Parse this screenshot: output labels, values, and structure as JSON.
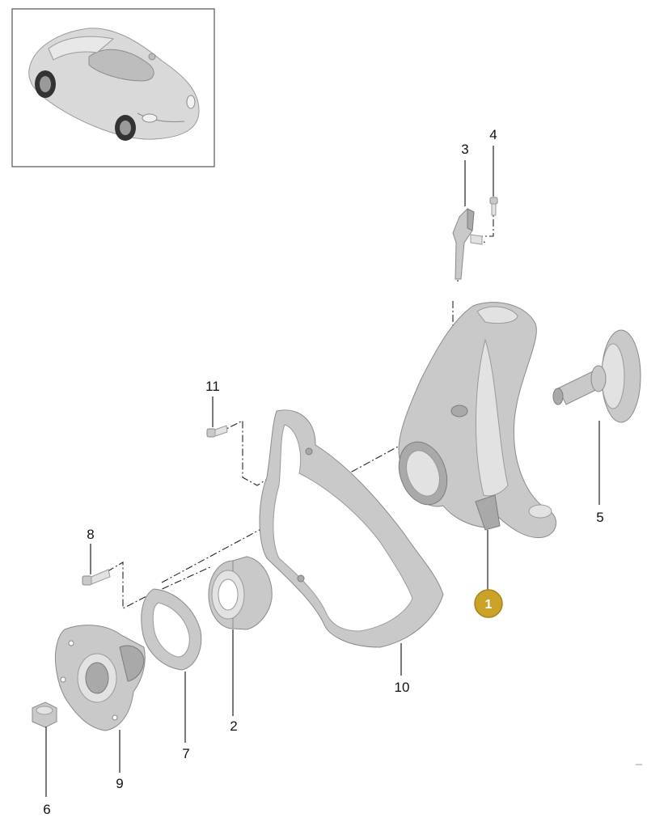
{
  "colors": {
    "highlight_badge": "#c9a227",
    "part_fill": "#c9c9c9",
    "line": "#222222"
  },
  "thumbnail": {
    "icon": "car-icon"
  },
  "callouts": [
    {
      "number": "1",
      "highlighted": true
    },
    {
      "number": "2"
    },
    {
      "number": "3"
    },
    {
      "number": "4"
    },
    {
      "number": "5"
    },
    {
      "number": "6"
    },
    {
      "number": "7"
    },
    {
      "number": "8"
    },
    {
      "number": "9"
    },
    {
      "number": "10"
    },
    {
      "number": "11"
    }
  ]
}
